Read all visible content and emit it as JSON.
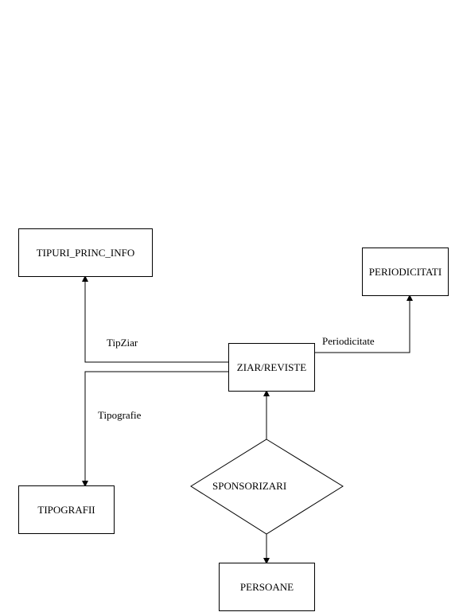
{
  "entities": {
    "tipuri_princ_info": "TIPURI_PRINC_INFO",
    "periodicitati": "PERIODICITATI",
    "ziar_reviste": "ZIAR/REVISTE",
    "tipografii": "TIPOGRAFII",
    "persoane": "PERSOANE"
  },
  "relationship": {
    "sponsorizari": "SPONSORIZARI"
  },
  "edges": {
    "tipziar": "TipZiar",
    "periodicitate": "Periodicitate",
    "tipografie": "Tipografie"
  }
}
